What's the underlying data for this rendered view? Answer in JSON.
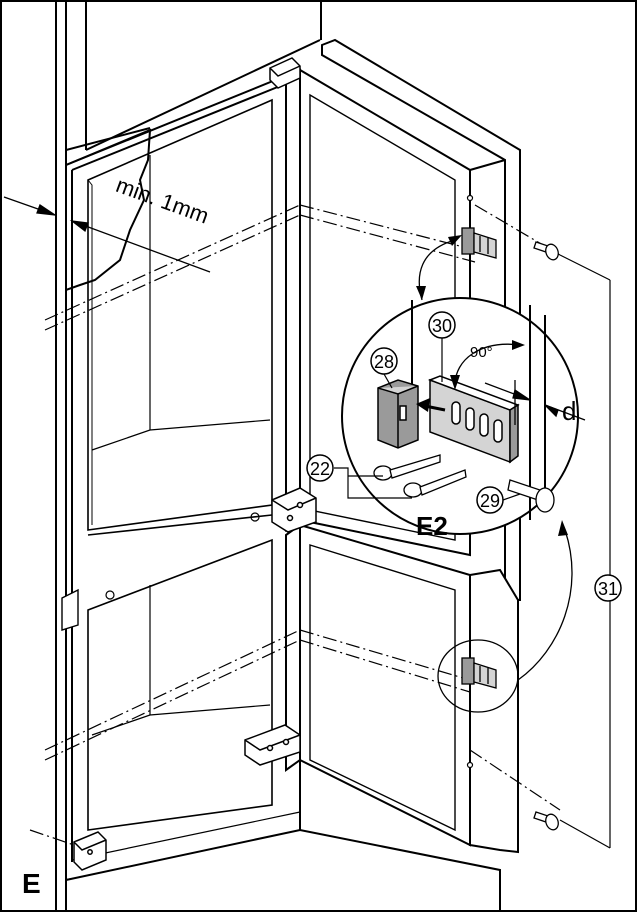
{
  "figure": {
    "panel_label": "E",
    "detail_label": "E2",
    "dimension_gap": "min. 1mm",
    "dimension_d": "d",
    "angle": "90°",
    "parts": {
      "p22": "22",
      "p28": "28",
      "p29": "29",
      "p30": "30",
      "p31": "31"
    }
  },
  "colors": {
    "line": "#000000",
    "panel_fill": "#ffffff",
    "shade_light": "#d4d4d4",
    "shade_dark": "#9a9a9a"
  }
}
